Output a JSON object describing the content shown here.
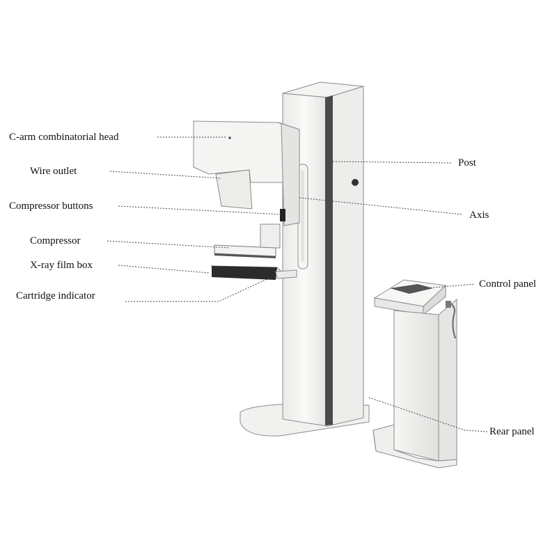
{
  "labels": {
    "c_arm_head": "C-arm combinatorial head",
    "wire_outlet": "Wire outlet",
    "compressor_buttons": "Compressor buttons",
    "compressor": "Compressor",
    "xray_film_box": "X-ray film box",
    "cartridge_indicator": "Cartridge indicator",
    "post": "Post",
    "axis": "Axis",
    "control_panel": "Control panel",
    "rear_panel": "Rear panel"
  },
  "colors": {
    "body": "#f3f3f1",
    "outline": "#7a7a7a",
    "shade": "#d8d8d6",
    "strip": "#4a4a4a",
    "leader": "#444444"
  }
}
